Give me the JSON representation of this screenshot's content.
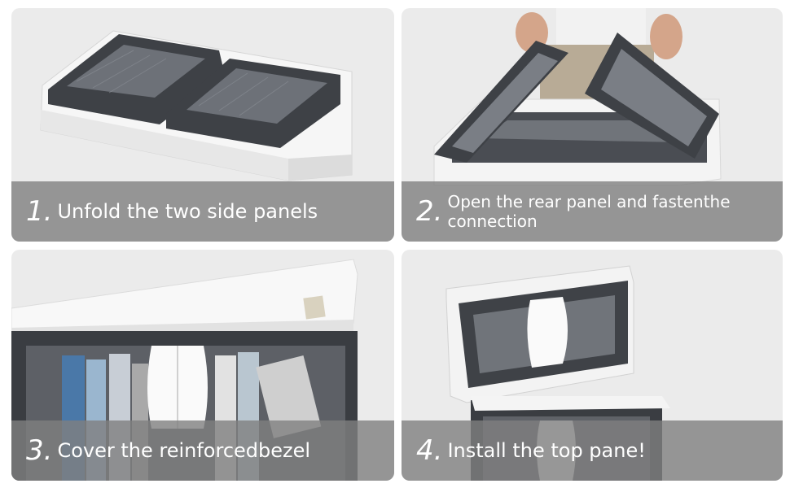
{
  "steps": [
    {
      "number": "1.",
      "text": "Unfold the two side panels"
    },
    {
      "number": "2.",
      "text": "Open the rear panel and fastenthe connection"
    },
    {
      "number": "3.",
      "text": "Cover the reinforcedbezel"
    },
    {
      "number": "4.",
      "text": "Install the top pane!"
    }
  ],
  "colors": {
    "panel_bg": "#ebebeb",
    "caption_bg": "#808080",
    "box_dark": "#3c3f44",
    "box_white": "#f4f4f4"
  }
}
